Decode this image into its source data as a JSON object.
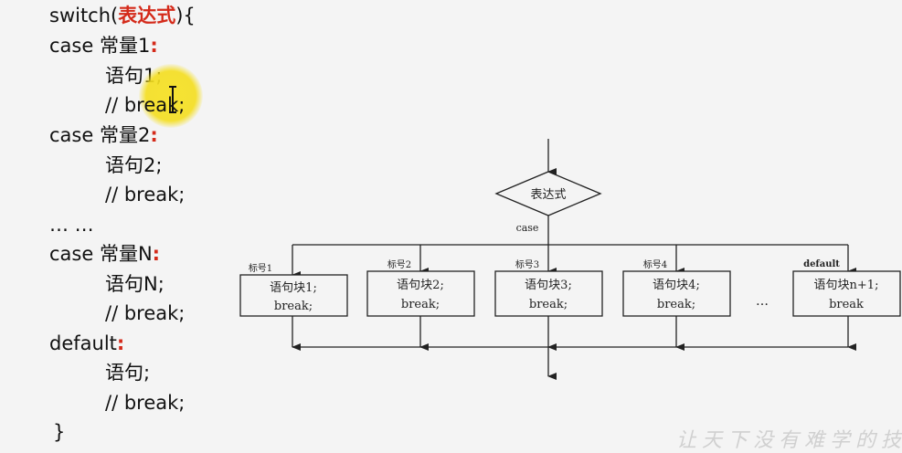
{
  "code": {
    "switch_prefix": "switch(",
    "switch_expr": "表达式",
    "switch_suffix": "){",
    "case1_kw": "case 常量1",
    "case1_stmt": "语句1;",
    "case1_break": "// break;",
    "case2_kw": "case 常量2",
    "case2_stmt": "语句2;",
    "case2_break": "// break;",
    "ellipsis": "… …",
    "caseN_kw": "case 常量N",
    "caseN_stmt": "语句N;",
    "caseN_break": "// break;",
    "default_kw": "default",
    "default_stmt": "语句;",
    "default_break": "// break;",
    "colon": ":",
    "close_brace": "}"
  },
  "flowchart": {
    "decision": "表达式",
    "case_label": "case",
    "branch_tags": [
      "标号1",
      "标号2",
      "标号3",
      "标号4",
      "default"
    ],
    "blocks": [
      {
        "stmt": "语句块1;",
        "brk": "break;"
      },
      {
        "stmt": "语句块2;",
        "brk": "break;"
      },
      {
        "stmt": "语句块3;",
        "brk": "break;"
      },
      {
        "stmt": "语句块4;",
        "brk": "break;"
      },
      {
        "stmt": "语句块n+1;",
        "brk": "break"
      }
    ],
    "gap_dots": "…"
  },
  "watermark": "让天下没有难学的技术",
  "colors": {
    "keyword_red": "#d42a1a",
    "highlight_yellow": "#f4de1e",
    "line": "#222222"
  }
}
